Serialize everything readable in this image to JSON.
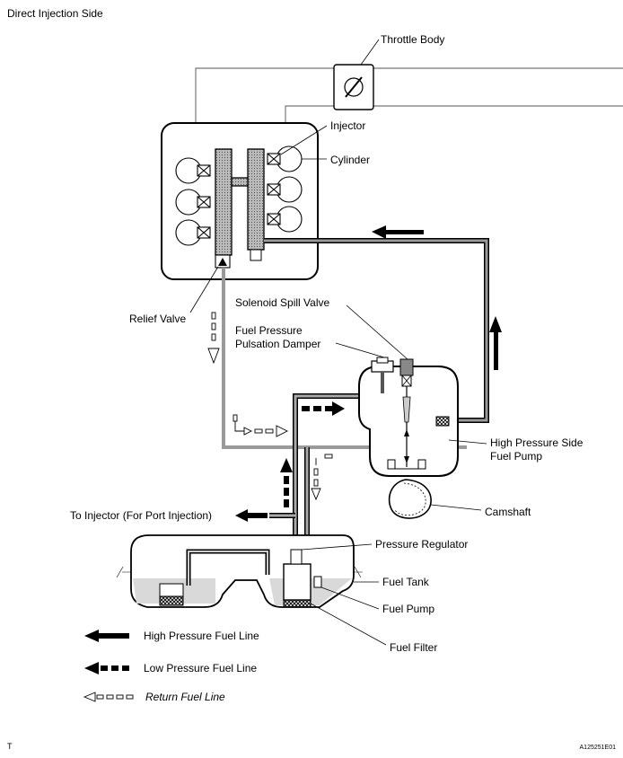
{
  "title": "Direct Injection Side",
  "labels": {
    "throttle_body": "Throttle Body",
    "injector": "Injector",
    "cylinder": "Cylinder",
    "relief_valve": "Relief Valve",
    "solenoid_spill_valve": "Solenoid Spill Valve",
    "fuel_pressure_damper_1": "Fuel Pressure",
    "fuel_pressure_damper_2": "Pulsation Damper",
    "high_pressure_pump_1": "High Pressure Side",
    "high_pressure_pump_2": "Fuel Pump",
    "camshaft": "Camshaft",
    "to_injector": "To Injector (For Port Injection)",
    "pressure_regulator": "Pressure Regulator",
    "fuel_tank": "Fuel Tank",
    "fuel_pump": "Fuel Pump",
    "fuel_filter": "Fuel Filter"
  },
  "legend": [
    {
      "line_type": "solid",
      "text": "High Pressure Fuel Line",
      "italic": false
    },
    {
      "line_type": "dashed",
      "text": "Low Pressure Fuel Line",
      "italic": false
    },
    {
      "line_type": "outline-dashed",
      "text": "Return Fuel Line",
      "italic": true
    }
  ],
  "footer": {
    "left": "T",
    "right": "A125251E01"
  }
}
